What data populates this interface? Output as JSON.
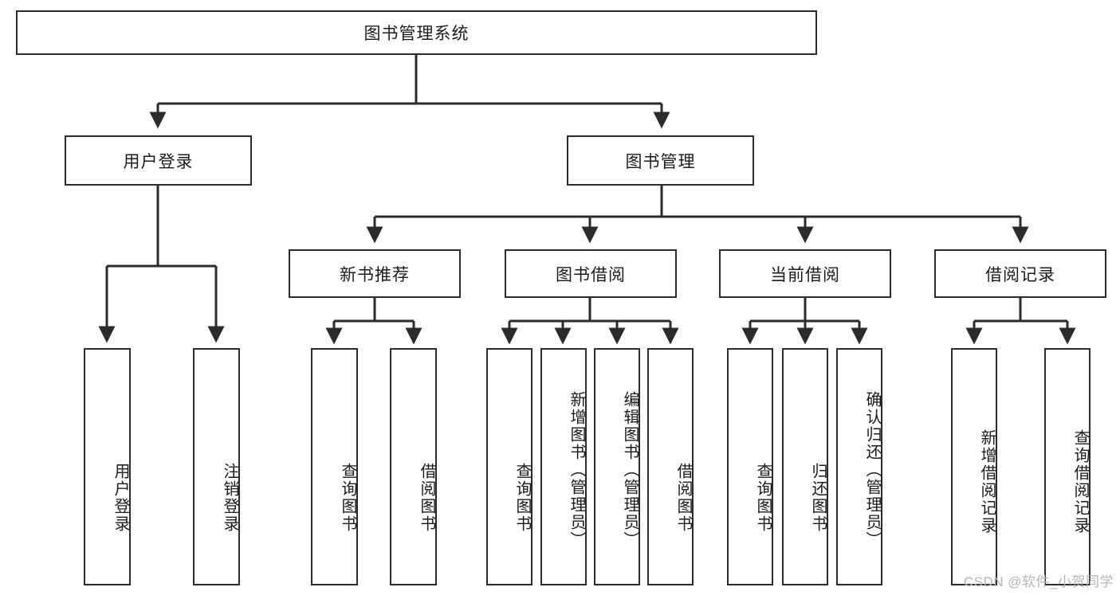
{
  "diagram": {
    "title": "图书管理系统",
    "watermark": "CSDN @软件_小贺同学",
    "stroke_color": "#2b2b2b",
    "fill_color": "#ffffff",
    "text_color": "#1b1b1b",
    "watermark_color": "#b6b6b6"
  },
  "levels": {
    "root": {
      "label": "图书管理系统"
    },
    "level2": [
      {
        "label": "用户登录"
      },
      {
        "label": "图书管理"
      }
    ],
    "level3": [
      {
        "label": "新书推荐"
      },
      {
        "label": "图书借阅"
      },
      {
        "label": "当前借阅"
      },
      {
        "label": "借阅记录"
      }
    ],
    "leaves": {
      "user_login": [
        {
          "label": "用户登录"
        },
        {
          "label": "注销登录"
        }
      ],
      "new_book_recommend": [
        {
          "label": "查询图书"
        },
        {
          "label": "借阅图书"
        }
      ],
      "book_borrow": [
        {
          "label": "查询图书"
        },
        {
          "label": "新增图书（管理员）"
        },
        {
          "label": "编辑图书（管理员）"
        },
        {
          "label": "借阅图书"
        }
      ],
      "current_borrow": [
        {
          "label": "查询图书"
        },
        {
          "label": "归还图书"
        },
        {
          "label": "确认归还（管理员）"
        }
      ],
      "borrow_record": [
        {
          "label": "新增借阅记录"
        },
        {
          "label": "查询借阅记录"
        }
      ]
    }
  }
}
